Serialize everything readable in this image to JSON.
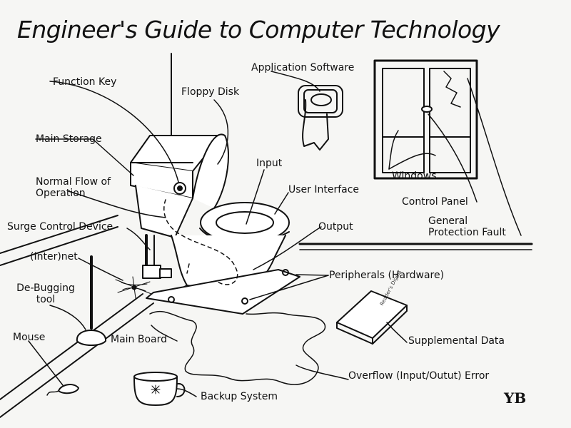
{
  "title": "Engineer's Guide to Computer Technology",
  "labels": {
    "function_key": "Function Key",
    "floppy_disk": "Floppy Disk",
    "application_software": "Application Software",
    "main_storage": "Main Storage",
    "normal_flow": "Normal Flow of Operation",
    "input": "Input",
    "user_interface": "User Interface",
    "windows": "Windows",
    "control_panel": "Control Panel",
    "general_protection_fault": "General Protection Fault",
    "surge_control_device": "Surge Control Device",
    "output": "Output",
    "internet": "(Inter)net",
    "peripherals": "Peripherals (Hardware)",
    "debugging_tool": "De-Bugging tool",
    "mouse": "Mouse",
    "main_board": "Main Board",
    "supplemental_data": "Supplemental Data",
    "overflow_error": "Overflow (Input/Outut) Error",
    "backup_system": "Backup System"
  },
  "book_cover_text": "Reader's Digest",
  "signature": "YB"
}
